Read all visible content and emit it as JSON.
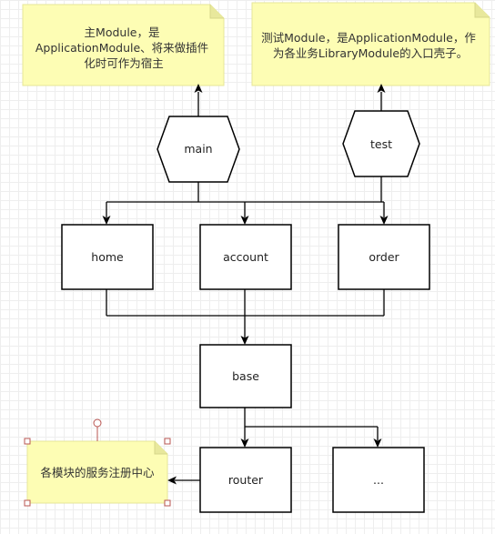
{
  "notes": {
    "main_note": {
      "lines": [
        "主Module，是",
        "ApplicationModule、将来做插件",
        "化时可作为宿主"
      ]
    },
    "test_note": {
      "lines": [
        "测试Module，是ApplicationModule，作",
        "为各业务LibraryModule的入口壳子。"
      ]
    },
    "registry_note": {
      "lines": [
        "各模块的服务注册中心"
      ]
    }
  },
  "nodes": {
    "main": "main",
    "test": "test",
    "home": "home",
    "account": "account",
    "order": "order",
    "base": "base",
    "router": "router",
    "more": "..."
  },
  "colors": {
    "note_fill": "#fdfdb4",
    "note_fold": "#e8e89c",
    "stroke": "#000000",
    "handle": "#b85450"
  }
}
